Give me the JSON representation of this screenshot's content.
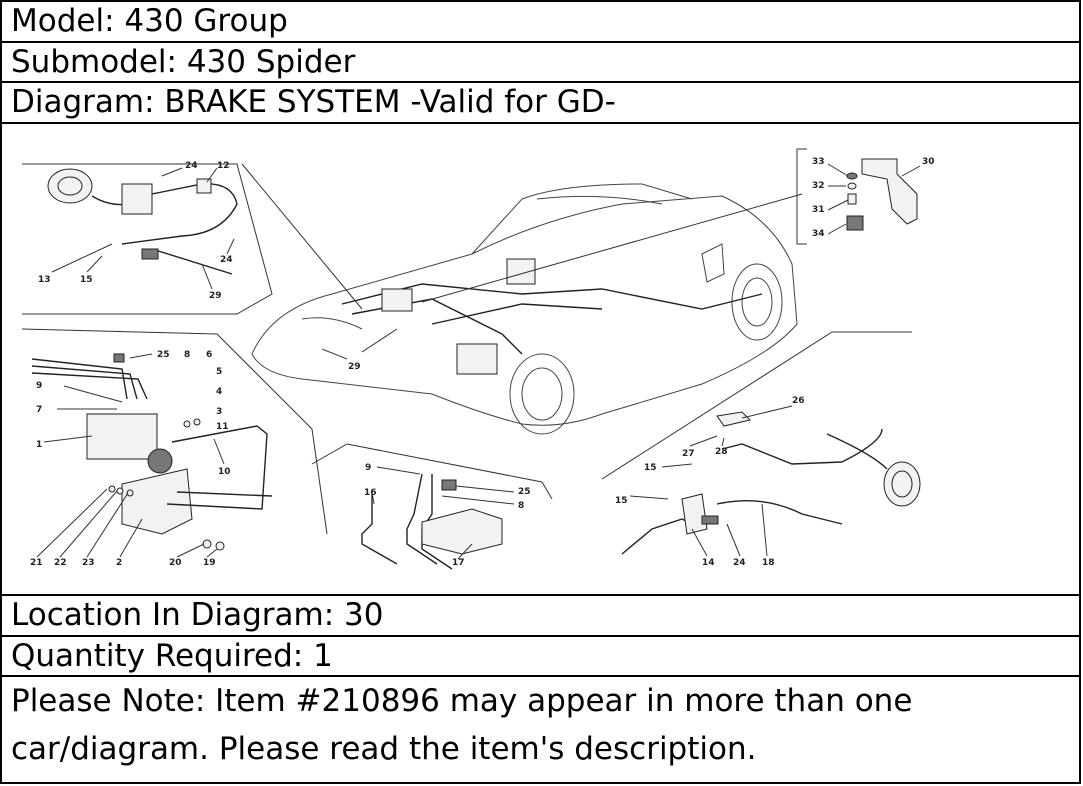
{
  "header": {
    "model": "Model: 430 Group",
    "submodel": "Submodel: 430 Spider",
    "diagram": "Diagram: BRAKE SYSTEM -Valid for GD-"
  },
  "diagram_labels": {
    "top_left": [
      "24",
      "12",
      "13",
      "15",
      "24",
      "29"
    ],
    "top_right": [
      "33",
      "30",
      "32",
      "31",
      "34"
    ],
    "center": [
      "29"
    ],
    "left": [
      "25",
      "8",
      "6",
      "9",
      "5",
      "4",
      "7",
      "3",
      "11",
      "1",
      "10",
      "21",
      "22",
      "23",
      "2",
      "20",
      "19"
    ],
    "middle_bottom": [
      "9",
      "16",
      "25",
      "8",
      "17"
    ],
    "right_bottom": [
      "26",
      "27",
      "28",
      "15",
      "15",
      "14",
      "24",
      "18"
    ]
  },
  "footer": {
    "location": "Location In Diagram: 30",
    "quantity": "Quantity Required: 1",
    "note": "Please Note: Item #210896 may appear in more than one car/diagram. Please read the item's description."
  }
}
